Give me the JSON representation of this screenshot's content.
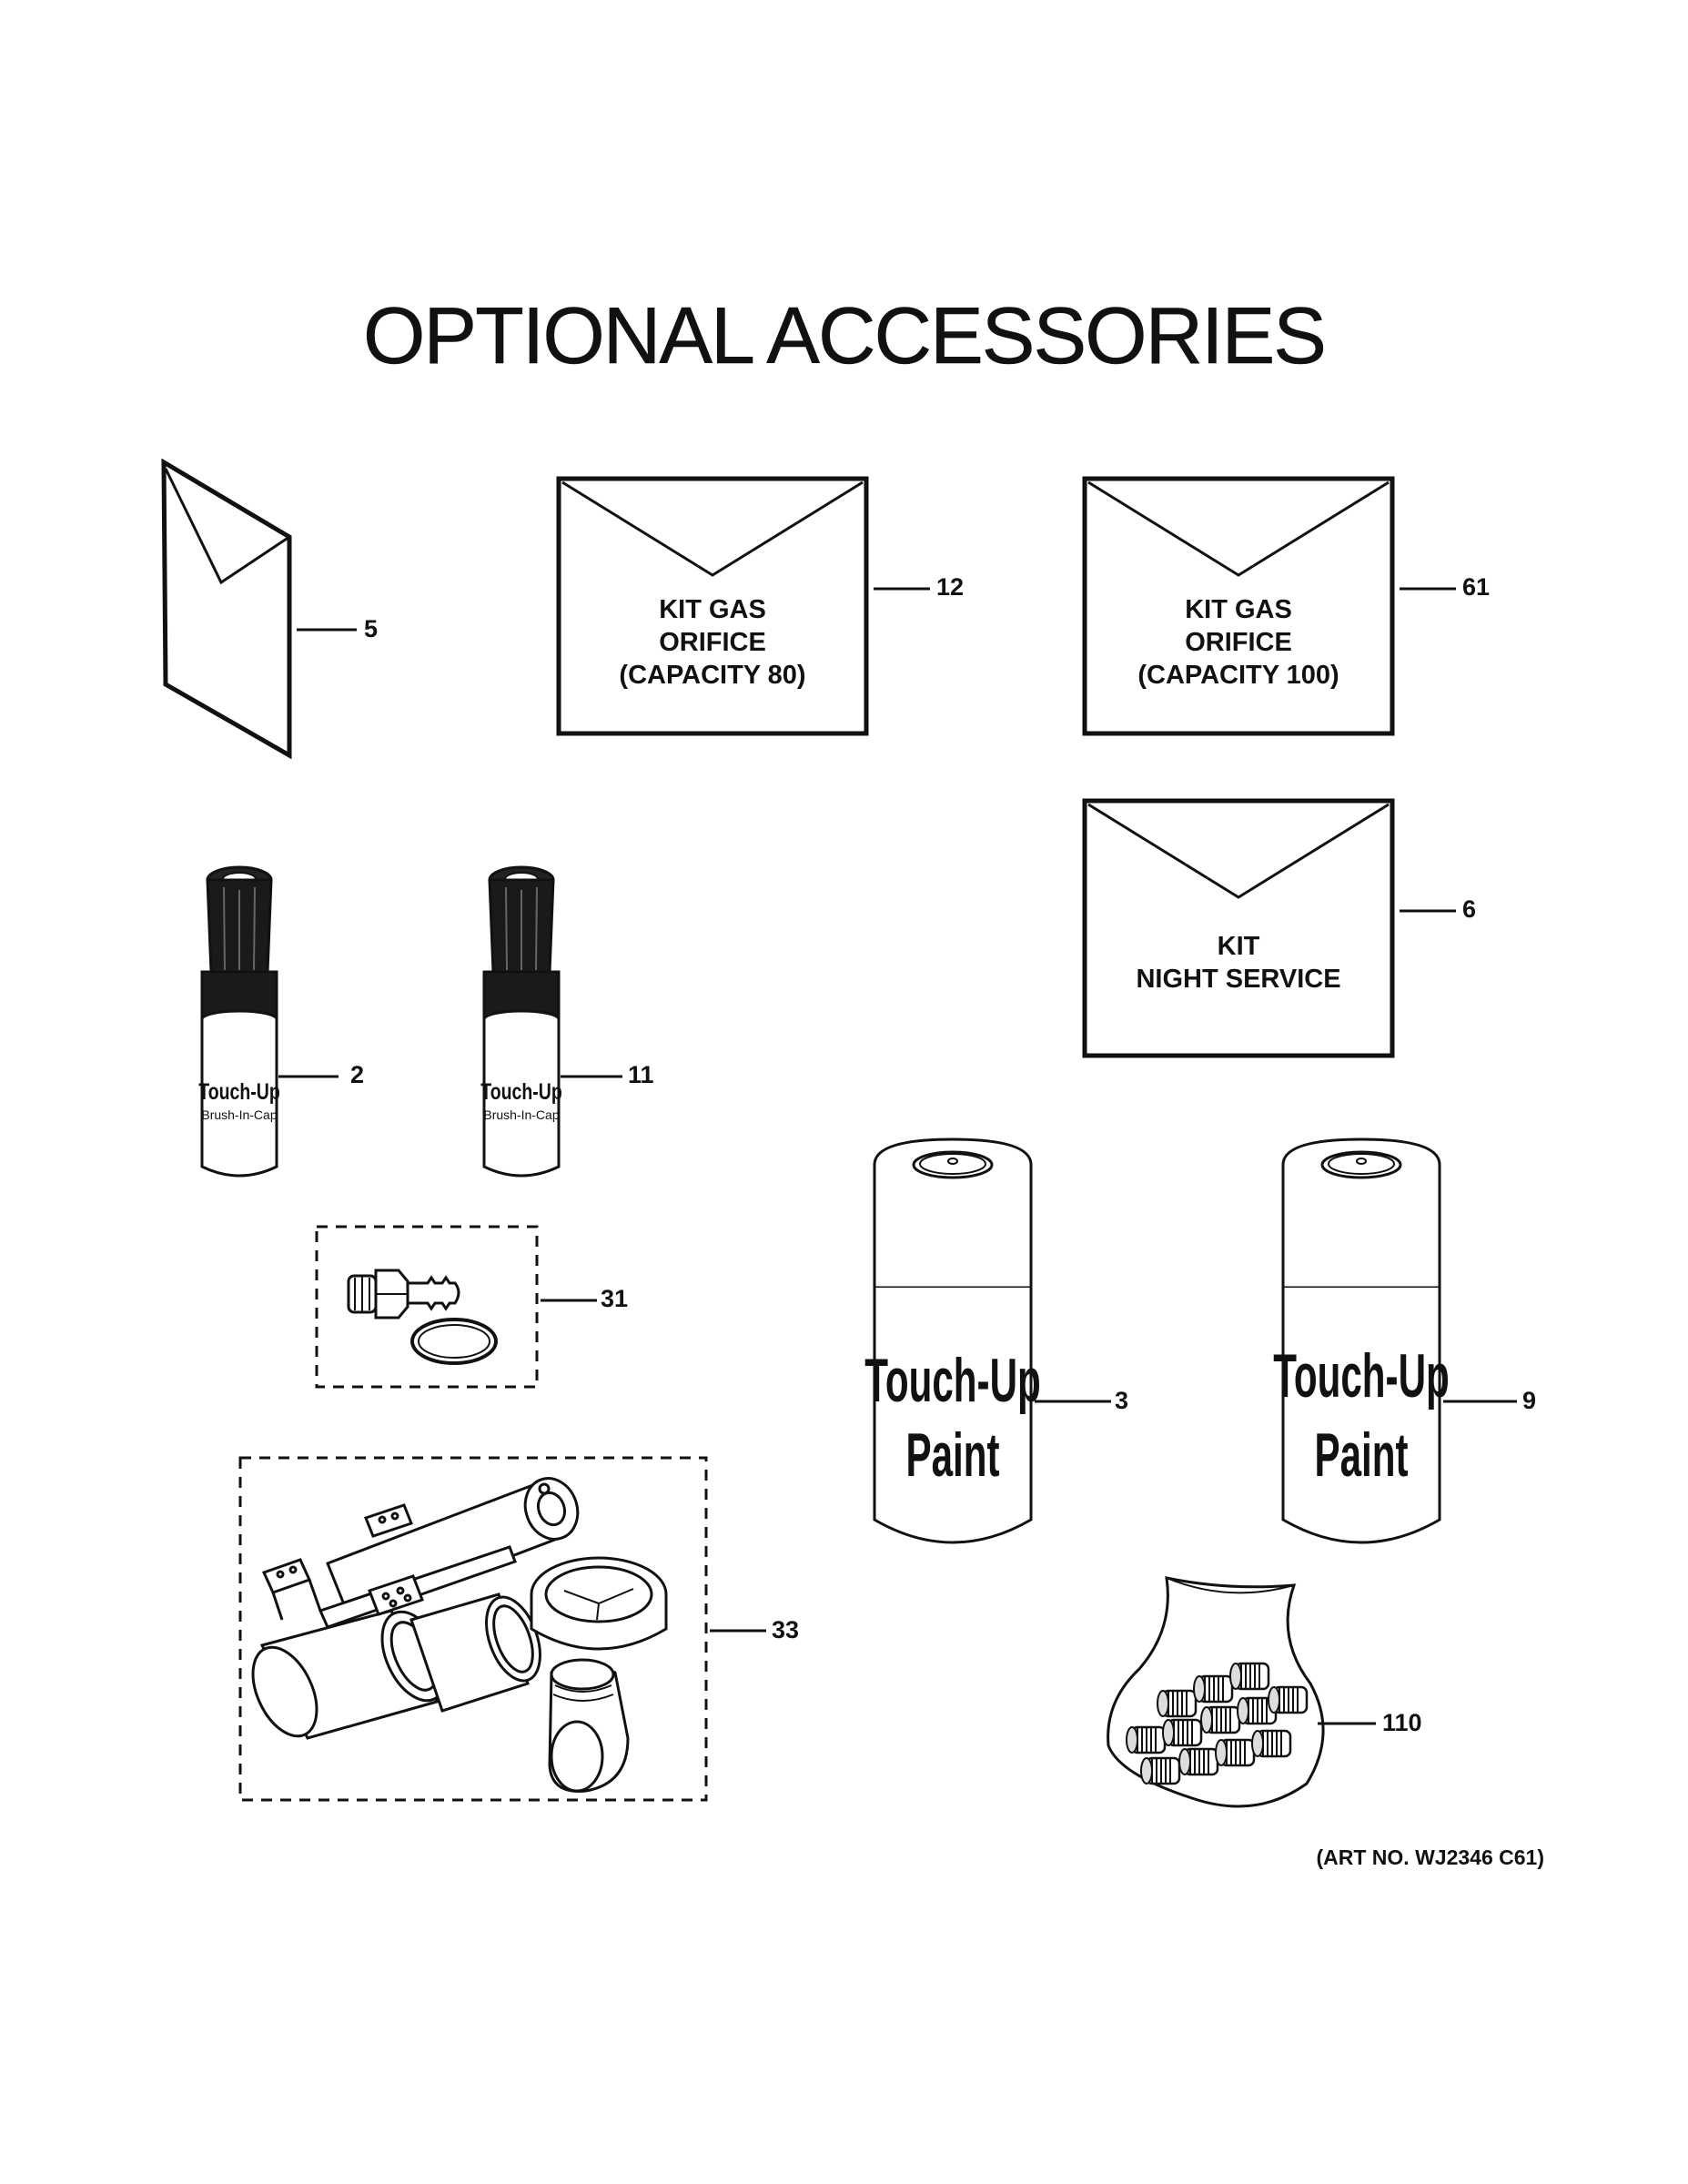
{
  "title": "OPTIONAL ACCESSORIES",
  "art_number": "(ART NO. WJ2346 C61)",
  "envelopes": [
    {
      "lines": [
        "KIT GAS",
        "ORIFICE",
        "(CAPACITY 80)"
      ]
    },
    {
      "lines": [
        "KIT GAS",
        "ORIFICE",
        "(CAPACITY 100)"
      ]
    },
    {
      "lines": [
        "KIT",
        "NIGHT SERVICE"
      ]
    }
  ],
  "pen_label": {
    "main": "Touch-Up",
    "sub": "Brush-In-Cap"
  },
  "can_label": {
    "line1": "Touch-Up",
    "line2": "Paint"
  },
  "callouts": [
    "5",
    "12",
    "61",
    "6",
    "2",
    "11",
    "31",
    "3",
    "9",
    "33",
    "110"
  ]
}
